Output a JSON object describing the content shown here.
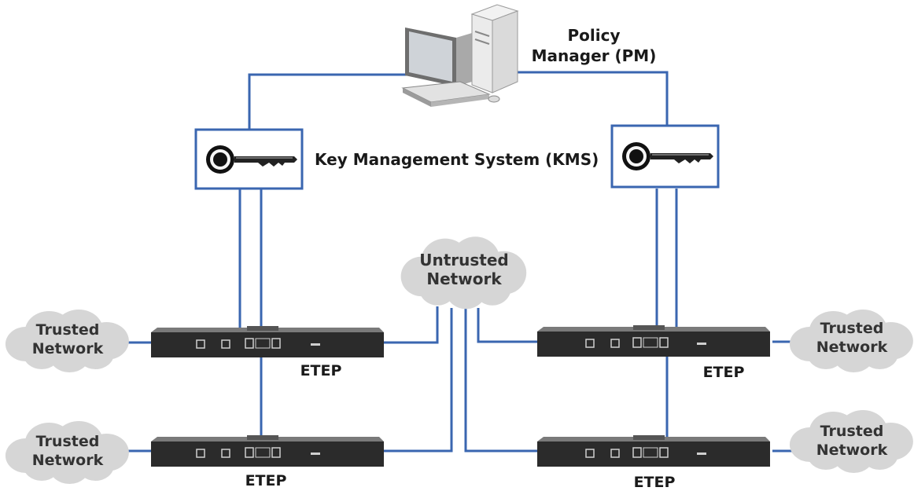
{
  "colors": {
    "wire": "#3a66b0",
    "cloud": "#d6d6d6",
    "device": "#2b2b2b",
    "device_top": "#7a7a7a",
    "text": "#1a1a1a"
  },
  "policy_manager": {
    "label_line1": "Policy",
    "label_line2": "Manager (PM)",
    "icon": "desktop-computer-icon"
  },
  "kms": {
    "label": "Key Management System (KMS)",
    "icon": "key-icon"
  },
  "untrusted": {
    "line1": "Untrusted",
    "line2": "Network"
  },
  "trusted": {
    "line1": "Trusted",
    "line2": "Network"
  },
  "etep": {
    "label": "ETEP",
    "icon": "network-appliance-icon"
  }
}
